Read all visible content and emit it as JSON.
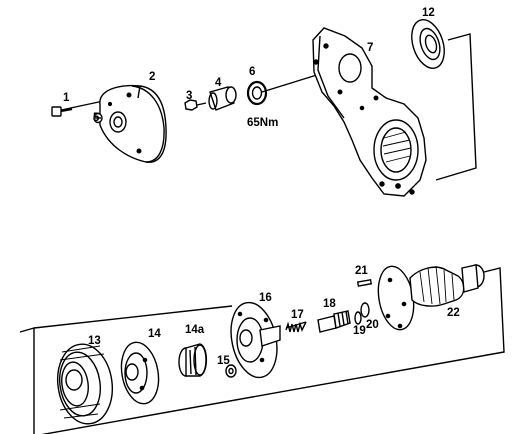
{
  "callouts": {
    "c1": "1",
    "c2": "2",
    "c3": "3",
    "c4": "4",
    "c5": "5",
    "c6": "6",
    "c7": "7",
    "c12": "12",
    "c13": "13",
    "c14": "14",
    "c14a": "14a",
    "c15": "15",
    "c16": "16",
    "c17": "17",
    "c18": "18",
    "c19": "19",
    "c20": "20",
    "c21": "21",
    "c22": "22"
  },
  "annotations": {
    "torque": "65Nm"
  }
}
